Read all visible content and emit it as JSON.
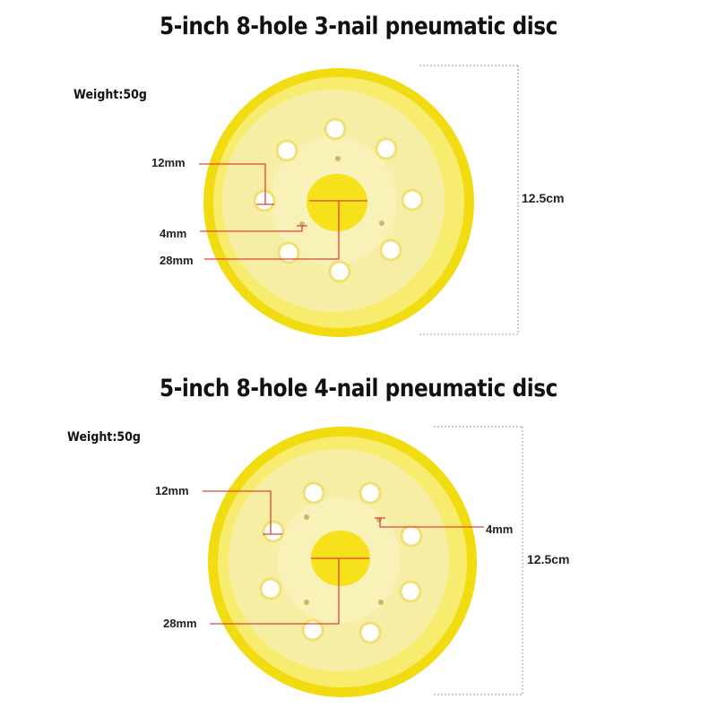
{
  "top_disc": {
    "title": "5-inch 8-hole 3-nail pneumatic disc",
    "weight": "Weight:50g",
    "hole_label": "12mm",
    "nail_label": "4mm",
    "center_label": "28mm",
    "diameter_label": "12.5cm"
  },
  "bottom_disc": {
    "title": "5-inch 8-hole 4-nail pneumatic disc",
    "weight": "Weight:50g",
    "hole_label": "12mm",
    "nail_label": "4mm",
    "center_label": "28mm",
    "diameter_label": "12.5cm"
  },
  "colors": {
    "pad_rim": "#f3df1a",
    "pad_face": "#f6ee9a",
    "pad_center": "#f7e21c",
    "pointer": "#e0443a",
    "dimension_line": "#9a9a9a"
  }
}
